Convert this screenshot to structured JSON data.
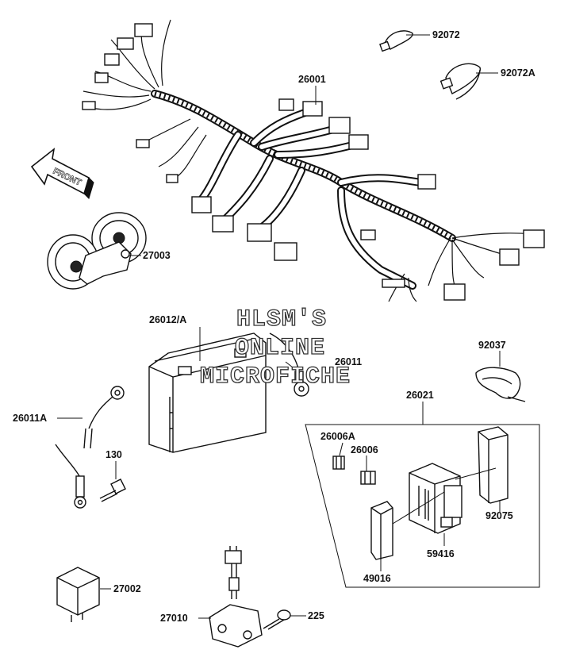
{
  "watermark": {
    "line1": "HLSM'S",
    "line2": "ONLINE",
    "line3": "MICROFICHE"
  },
  "direction_label": "FRONT",
  "parts": [
    {
      "id": "p-92072",
      "number": "92072",
      "icon": "cable-tie-icon"
    },
    {
      "id": "p-92072A",
      "number": "92072A",
      "icon": "cable-tie-icon"
    },
    {
      "id": "p-26001",
      "number": "26001",
      "icon": "main-wiring-harness-icon"
    },
    {
      "id": "p-27003",
      "number": "27003",
      "icon": "horn-icon"
    },
    {
      "id": "p-26012A",
      "number": "26012/A",
      "icon": "battery-icon"
    },
    {
      "id": "p-26011",
      "number": "26011",
      "icon": "battery-cable-icon"
    },
    {
      "id": "p-92037",
      "number": "92037",
      "icon": "clamp-icon"
    },
    {
      "id": "p-26021",
      "number": "26021",
      "icon": "sub-harness-group"
    },
    {
      "id": "p-26011A",
      "number": "26011A",
      "icon": "ground-cable-icon"
    },
    {
      "id": "p-26006A",
      "number": "26006A",
      "icon": "fuse-icon"
    },
    {
      "id": "p-26006",
      "number": "26006",
      "icon": "fuse-icon"
    },
    {
      "id": "p-130",
      "number": "130",
      "icon": "bolt-icon"
    },
    {
      "id": "p-92075",
      "number": "92075",
      "icon": "rubber-cover-icon"
    },
    {
      "id": "p-59416",
      "number": "59416",
      "icon": "fuse-box-icon"
    },
    {
      "id": "p-49016",
      "number": "49016",
      "icon": "bracket-icon"
    },
    {
      "id": "p-27002",
      "number": "27002",
      "icon": "relay-icon"
    },
    {
      "id": "p-27010",
      "number": "27010",
      "icon": "starter-relay-icon"
    },
    {
      "id": "p-225",
      "number": "225",
      "icon": "screw-icon"
    }
  ]
}
